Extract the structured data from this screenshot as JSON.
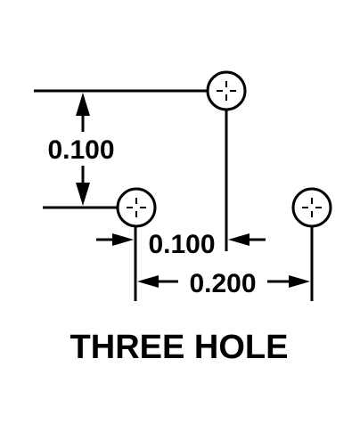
{
  "diagram": {
    "title": "THREE HOLE",
    "dimensions": {
      "vertical_spacing": "0.100",
      "horizontal_offset": "0.100",
      "horizontal_span": "0.200"
    },
    "holes": [
      {
        "name": "hole-top"
      },
      {
        "name": "hole-bottom-left"
      },
      {
        "name": "hole-bottom-right"
      }
    ],
    "colors": {
      "ink": "#000000",
      "background": "#ffffff"
    }
  }
}
